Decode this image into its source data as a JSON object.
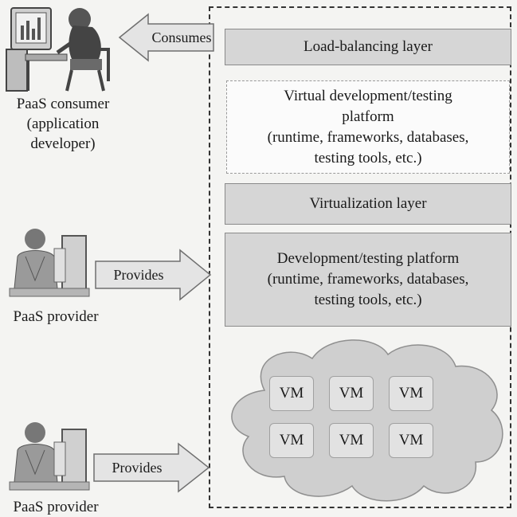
{
  "consumer": {
    "label_lines": [
      "PaaS consumer",
      "(application",
      "developer)"
    ]
  },
  "provider_top": {
    "label": "PaaS provider"
  },
  "provider_bottom": {
    "label": "PaaS provider"
  },
  "arrows": {
    "consumes": "Consumes",
    "provides_top": "Provides",
    "provides_bottom": "Provides"
  },
  "layers": {
    "load_balancing": "Load-balancing layer",
    "virtual_platform": {
      "lines": [
        "Virtual development/testing",
        "platform",
        "(runtime, frameworks, databases,",
        "testing tools, etc.)"
      ]
    },
    "virtualization": "Virtualization layer",
    "dev_platform": {
      "lines": [
        "Development/testing platform",
        "(runtime, frameworks, databases,",
        "testing tools, etc.)"
      ]
    }
  },
  "cloud": {
    "vms": [
      "VM",
      "VM",
      "VM",
      "VM",
      "VM",
      "VM"
    ]
  }
}
